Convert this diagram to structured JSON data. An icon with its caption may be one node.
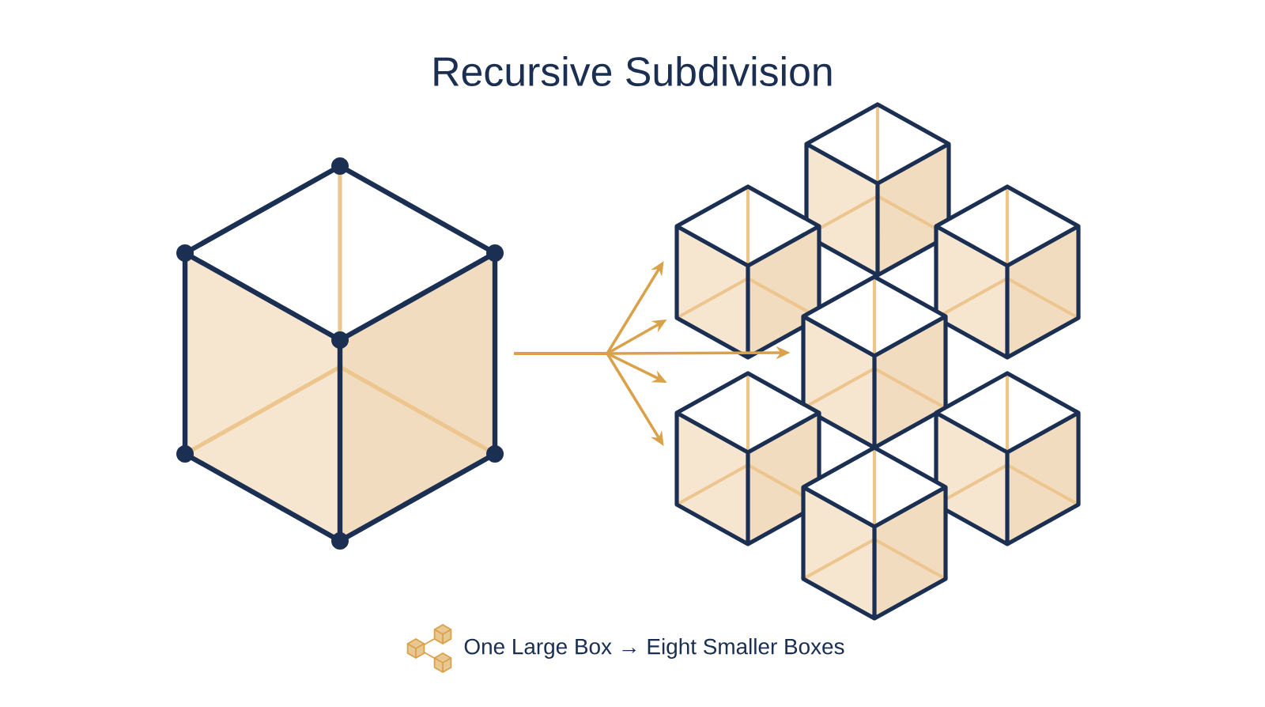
{
  "diagram": {
    "title": "Recursive Subdivision",
    "caption": "One Large Box → Eight Smaller Boxes",
    "nodes": [
      {
        "text": [],
        "shape": "cube"
      },
      {
        "text": [],
        "shape": "cube"
      },
      {
        "text": [],
        "shape": "cube"
      },
      {
        "text": [],
        "shape": "cube"
      },
      {
        "text": [],
        "shape": "cube"
      },
      {
        "text": [],
        "shape": "cube"
      },
      {
        "text": [],
        "shape": "cube"
      },
      {
        "text": [],
        "shape": "cube"
      }
    ],
    "edges": [
      {
        "from": 0,
        "to": 2,
        "arrow": "to"
      },
      {
        "from": 0,
        "to": 2,
        "arrow": "to"
      },
      {
        "from": 0,
        "to": 4,
        "arrow": "to"
      },
      {
        "from": 0,
        "to": 5,
        "arrow": "to"
      },
      {
        "from": 0,
        "to": 5,
        "arrow": "to"
      }
    ]
  }
}
